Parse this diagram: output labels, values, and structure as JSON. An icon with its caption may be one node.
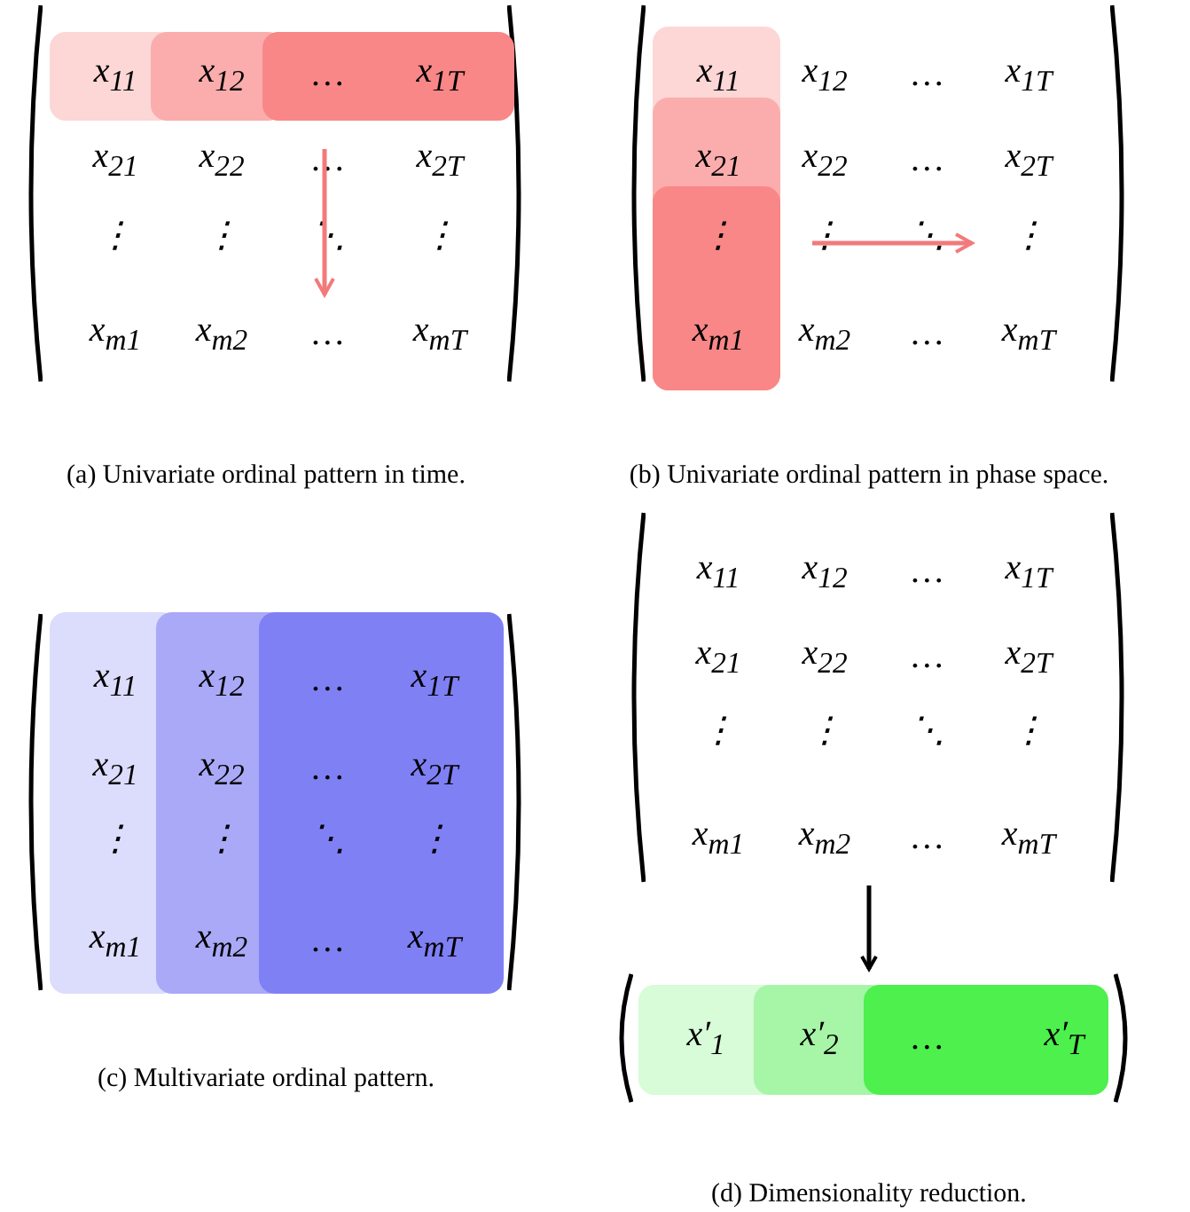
{
  "diagram": {
    "nodes": [
      {
        "text": [
          "x$_{11}$",
          "x$_{12}$",
          "…",
          "x$_{1T}$",
          "x$_{21}$",
          "x$_{22}$",
          "…",
          "x$_{2T}$",
          "⋮",
          "⋮",
          "⋱",
          "⋮",
          "x$_{m1}$",
          "x$_{m2}$",
          "…",
          "x$_{mT}$"
        ]
      },
      {
        "text": [
          "x$_{11}$",
          "x$_{12}$",
          "…",
          "x$_{1T}$",
          "x$_{21}$",
          "x$_{22}$",
          "…",
          "x$_{2T}$",
          "⋮",
          "⋮",
          "⋱",
          "⋮",
          "x$_{m1}$",
          "x$_{m2}$",
          "…",
          "x$_{mT}$"
        ]
      },
      {
        "text": [
          "x$_{11}$",
          "x$_{12}$",
          "…",
          "x$_{1T}$",
          "x$_{21}$",
          "x$_{22}$",
          "…",
          "x$_{2T}$",
          "⋮",
          "⋮",
          "⋱",
          "⋮",
          "x$_{m1}$",
          "x$_{m2}$",
          "…",
          "x$_{mT}$"
        ]
      },
      {
        "text": [
          "x$_{11}$",
          "x$_{12}$",
          "…",
          "x$_{1T}$",
          "x$_{21}$",
          "x$_{22}$",
          "…",
          "x$_{2T}$",
          "⋮",
          "⋮",
          "⋱",
          "⋮",
          "x$_{m1}$",
          "x$_{m2}$",
          "…",
          "x$_{mT}$"
        ]
      },
      {
        "text": [
          "x′$_{1}$",
          "x′$_{2}$",
          "…",
          "x′$_{T}$"
        ]
      }
    ],
    "edges": [
      {
        "from": 3,
        "to": 4,
        "arrow": "to"
      }
    ],
    "labels": [
      "(a) Univariate ordinal pattern in time.",
      "(b) Univariate ordinal pattern in phase space.",
      "(c) Multivariate ordinal pattern.",
      "(d) Dimensionality reduction."
    ]
  }
}
